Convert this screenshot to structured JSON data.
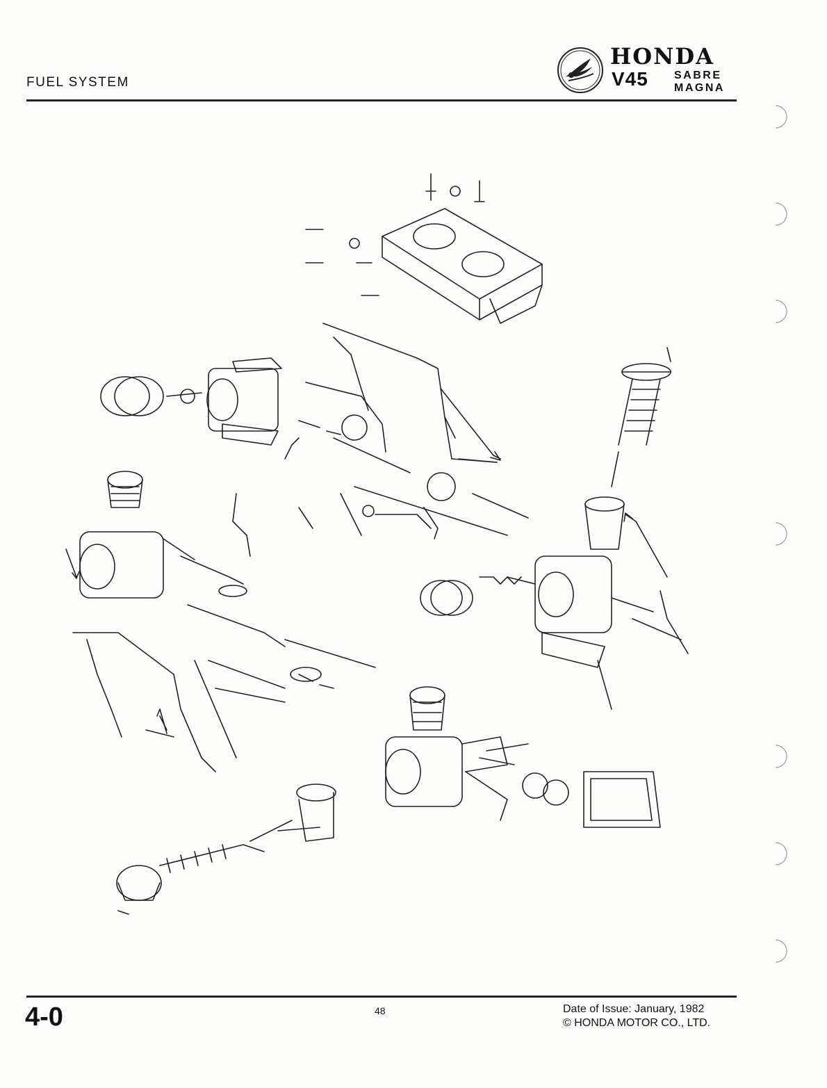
{
  "header": {
    "section_title": "FUEL SYSTEM",
    "brand_name": "HONDA",
    "model": "V45",
    "variant_1": "SABRE",
    "variant_2": "MAGNA"
  },
  "figure": {
    "icon": "carburetor-exploded-view-icon"
  },
  "footer": {
    "section_number": "4-0",
    "page_number": "48",
    "issue_date": "Date of Issue: January, 1982",
    "copyright": "© HONDA MOTOR CO., LTD."
  },
  "colors": {
    "ink": "#111111",
    "paper": "#fdfdfb"
  }
}
